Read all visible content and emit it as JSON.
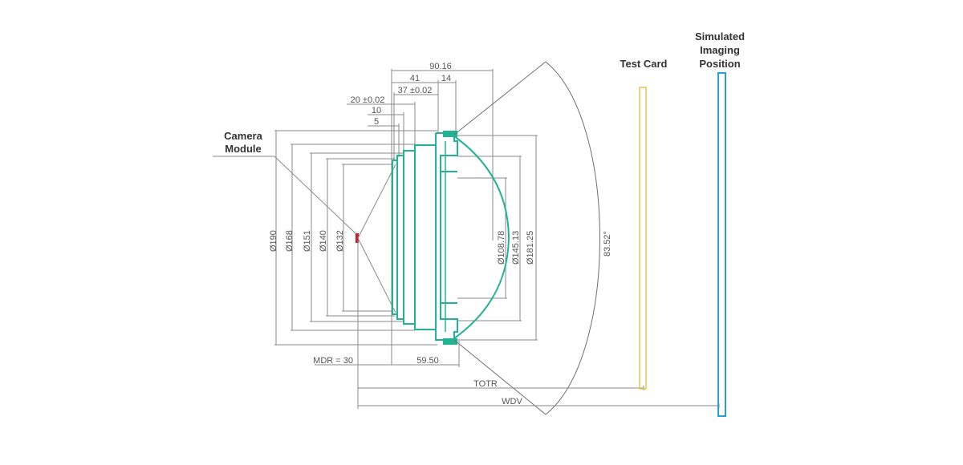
{
  "labels": {
    "camera_module": [
      "Camera",
      "Module"
    ],
    "test_card": "Test Card",
    "simulated_imaging": [
      "Simulated",
      "Imaging",
      "Position"
    ]
  },
  "dimensions": {
    "total_length": "90.16",
    "len_41": "41",
    "len_14": "14",
    "len_37": "37 ±0.02",
    "len_20": "20 ±0.02",
    "len_10": "10",
    "len_5": "5",
    "mdr": "MDR = 30",
    "len_5950": "59.50",
    "totr": "TOTR",
    "wdv": "WDV",
    "angle": "83.52°"
  },
  "diameters_left": [
    "Ø190",
    "Ø168",
    "Ø151",
    "Ø140",
    "Ø132"
  ],
  "diameters_right": [
    "Ø108.78",
    "Ø145.13",
    "Ø181.25"
  ],
  "colors": {
    "lens": "#22b394",
    "test_card": "#e6c65a",
    "imaging": "#2a9fd0",
    "sensor": "#d11a2a",
    "dimension": "#8a8a8a"
  }
}
